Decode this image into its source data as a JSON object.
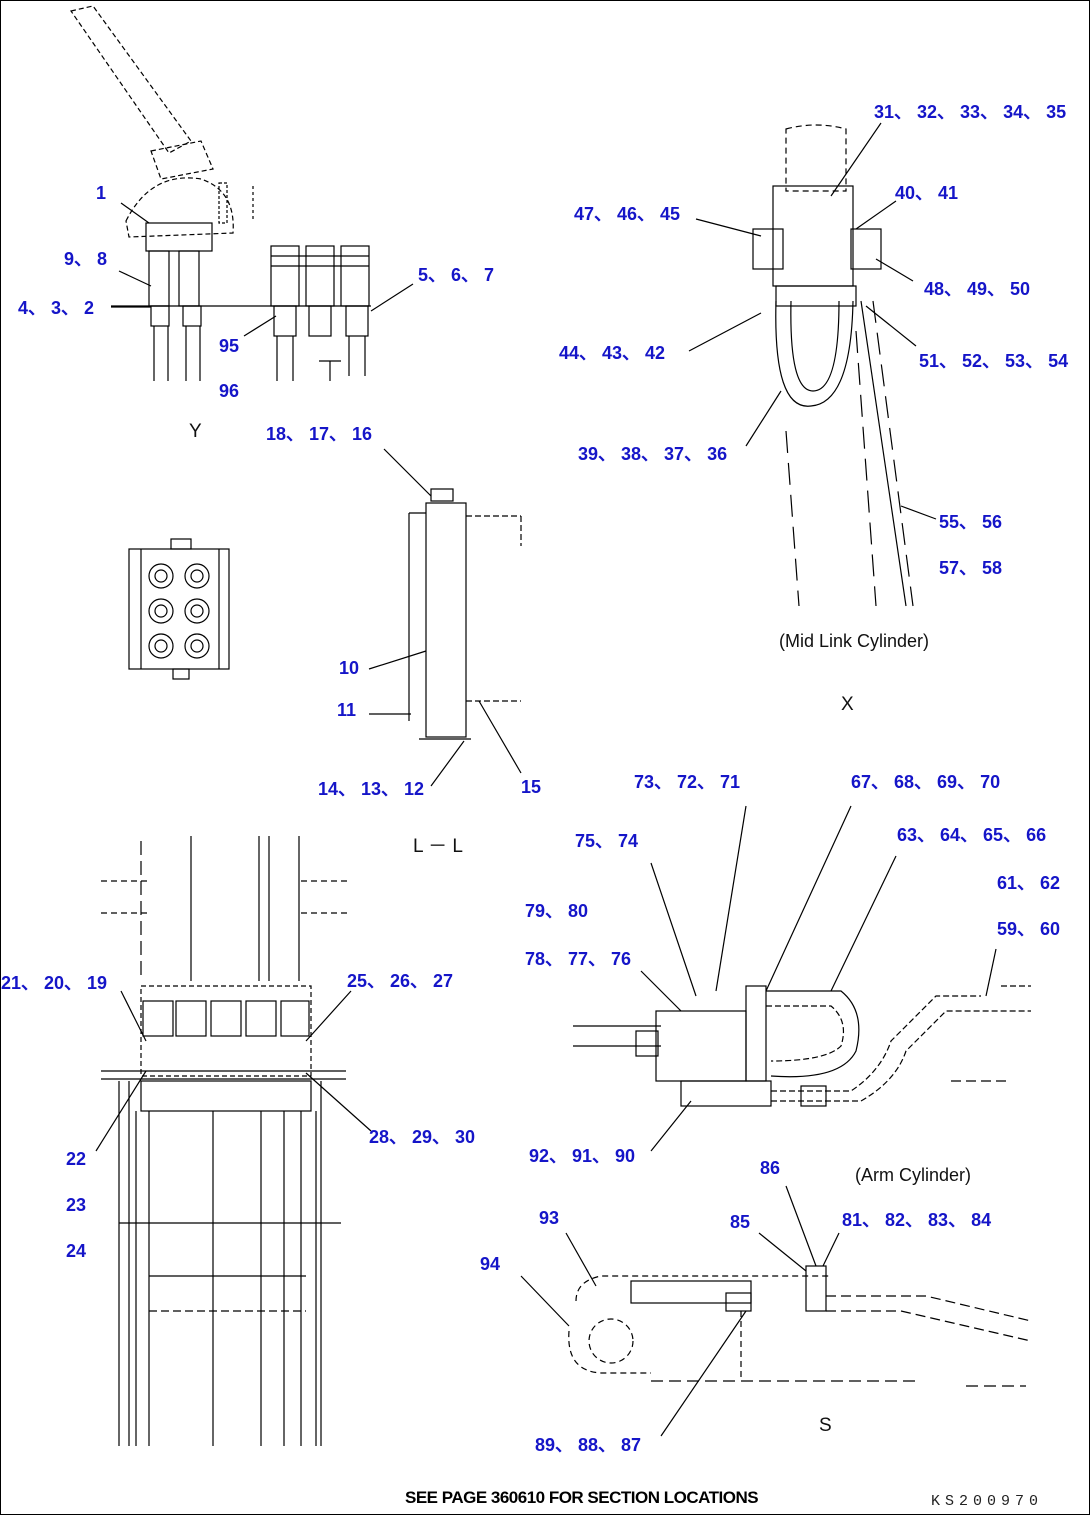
{
  "callouts": [
    {
      "id": "c-1",
      "text": "1"
    },
    {
      "id": "c-9-8",
      "text": "9、 8"
    },
    {
      "id": "c-4-3-2",
      "text": "4、 3、 2"
    },
    {
      "id": "c-5-6-7",
      "text": "5、 6、 7"
    },
    {
      "id": "c-95",
      "text": "95"
    },
    {
      "id": "c-96",
      "text": "96"
    },
    {
      "id": "c-18-17-16",
      "text": "18、 17、 16"
    },
    {
      "id": "c-10",
      "text": "10"
    },
    {
      "id": "c-11",
      "text": "11"
    },
    {
      "id": "c-14-13-12",
      "text": "14、 13、 12"
    },
    {
      "id": "c-15",
      "text": "15"
    },
    {
      "id": "c-31-35",
      "text": "31、 32、 33、 34、 35"
    },
    {
      "id": "c-47-46-45",
      "text": "47、 46、 45"
    },
    {
      "id": "c-40-41",
      "text": "40、 41"
    },
    {
      "id": "c-48-50",
      "text": "48、 49、 50"
    },
    {
      "id": "c-44-42",
      "text": "44、 43、 42"
    },
    {
      "id": "c-51-54",
      "text": "51、 52、 53、 54"
    },
    {
      "id": "c-39-36",
      "text": "39、 38、 37、 36"
    },
    {
      "id": "c-55-56",
      "text": "55、 56"
    },
    {
      "id": "c-57-58",
      "text": "57、 58"
    },
    {
      "id": "c-73-71",
      "text": "73、 72、 71"
    },
    {
      "id": "c-67-70",
      "text": "67、 68、 69、 70"
    },
    {
      "id": "c-63-66",
      "text": "63、 64、 65、 66"
    },
    {
      "id": "c-75-74",
      "text": "75、 74"
    },
    {
      "id": "c-61-62",
      "text": "61、 62"
    },
    {
      "id": "c-79-80",
      "text": "79、 80"
    },
    {
      "id": "c-59-60",
      "text": "59、 60"
    },
    {
      "id": "c-78-76",
      "text": "78、 77、 76"
    },
    {
      "id": "c-21-19",
      "text": "21、 20、 19"
    },
    {
      "id": "c-25-27",
      "text": "25、 26、 27"
    },
    {
      "id": "c-28-30",
      "text": "28、 29、 30"
    },
    {
      "id": "c-22",
      "text": "22"
    },
    {
      "id": "c-23",
      "text": "23"
    },
    {
      "id": "c-24",
      "text": "24"
    },
    {
      "id": "c-92-90",
      "text": "92、 91、 90"
    },
    {
      "id": "c-86",
      "text": "86"
    },
    {
      "id": "c-93",
      "text": "93"
    },
    {
      "id": "c-85",
      "text": "85"
    },
    {
      "id": "c-81-84",
      "text": "81、 82、 83、 84"
    },
    {
      "id": "c-94",
      "text": "94"
    },
    {
      "id": "c-89-87",
      "text": "89、 88、 87"
    }
  ],
  "views": {
    "y": "Y",
    "x": "X",
    "ll": "L － L",
    "s": "S"
  },
  "captions": {
    "mid_link": "(Mid Link Cylinder)",
    "arm": "(Arm Cylinder)"
  },
  "footer": {
    "note": "SEE PAGE 360610 FOR SECTION LOCATIONS",
    "code": "KS200970"
  },
  "colors": {
    "callout": "#1515c8",
    "line": "#000000"
  }
}
